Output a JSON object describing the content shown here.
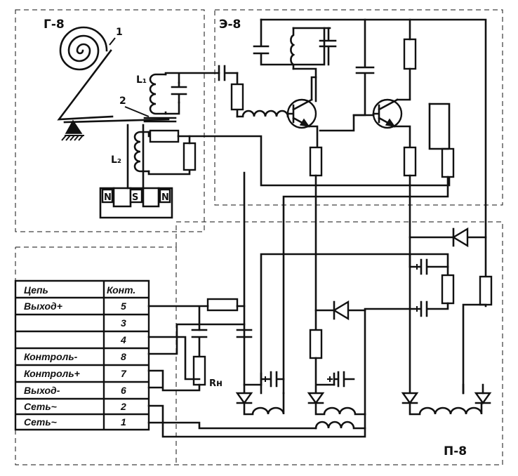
{
  "blocks": {
    "generator": "Г-8",
    "emitter": "Э-8",
    "power": "П-8"
  },
  "markers": {
    "coil_tag": "1",
    "plate_tag": "2",
    "inductor_1": "L₁",
    "inductor_2": "L₂",
    "magnet_left": "N",
    "magnet_center": "S",
    "magnet_right": "N",
    "load_resistor": "Rн"
  },
  "table": {
    "col_circuit": "Цепь",
    "col_contact": "Конт.",
    "rows": [
      {
        "circuit": "Выход+",
        "contact": "5"
      },
      {
        "circuit": "",
        "contact": "3"
      },
      {
        "circuit": "",
        "contact": "4"
      },
      {
        "circuit": "Контроль-",
        "contact": "8"
      },
      {
        "circuit": "Контроль+",
        "contact": "7"
      },
      {
        "circuit": "Выход-",
        "contact": "6"
      },
      {
        "circuit": "Сеть~",
        "contact": "2"
      },
      {
        "circuit": "Сеть~",
        "contact": "1"
      }
    ]
  }
}
